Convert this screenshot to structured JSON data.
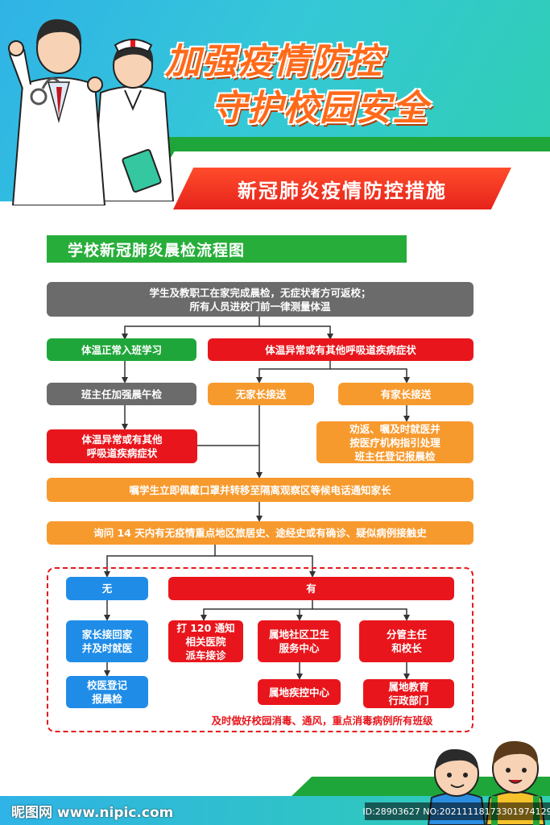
{
  "header": {
    "title_line_1": "加强疫情防控",
    "title_line_2": "守护校园安全",
    "subtitle": "新冠肺炎疫情防控措施"
  },
  "section": {
    "title": "学校新冠肺炎晨检流程图"
  },
  "flow": {
    "start": "学生及教职工在家完成晨检，无症状者方可返校；\n所有人员进校门前一律测量体温",
    "temp_normal": "体温正常入班学习",
    "temp_abnormal": "体温异常或有其他呼吸道疾病症状",
    "noon_check": "班主任加强晨午检",
    "no_parent": "无家长接送",
    "has_parent": "有家长接送",
    "abnormal_again": "体温异常或有其他\n呼吸道疾病症状",
    "advise_return": "劝返、嘱及时就医并\n按医疗机构指引处理\n班主任登记报晨检",
    "isolate": "嘱学生立即佩戴口罩并转移至隔离观察区等候电话通知家长",
    "inquire": "询问 14 天内有无疫情重点地区旅居史、途经史或有确诊、疑似病例接触史",
    "no": "无",
    "yes": "有",
    "parent_pickup": "家长接回家\n并及时就医",
    "school_doctor": "校医登记\n报晨检",
    "call_120": "打 120 通知\n相关医院\n派车接诊",
    "community": "属地社区卫生\n服务中心",
    "cdc": "属地疾控中心",
    "principal": "分管主任\n和校长",
    "education_dept": "属地教育\n行政部门",
    "note": "及时做好校园消毒、通风，重点消毒病例所有班级"
  },
  "footer": {
    "watermark_left": "昵图网 www.nipic.com",
    "watermark_right": "ID:28903627 NO:20211118173301974129"
  },
  "colors": {
    "green": "#1fa63a",
    "red": "#e8161c",
    "orange": "#f79a2e",
    "blue": "#1f8de8",
    "gray": "#6b6b6b",
    "title_orange": "#ff6a1a"
  }
}
